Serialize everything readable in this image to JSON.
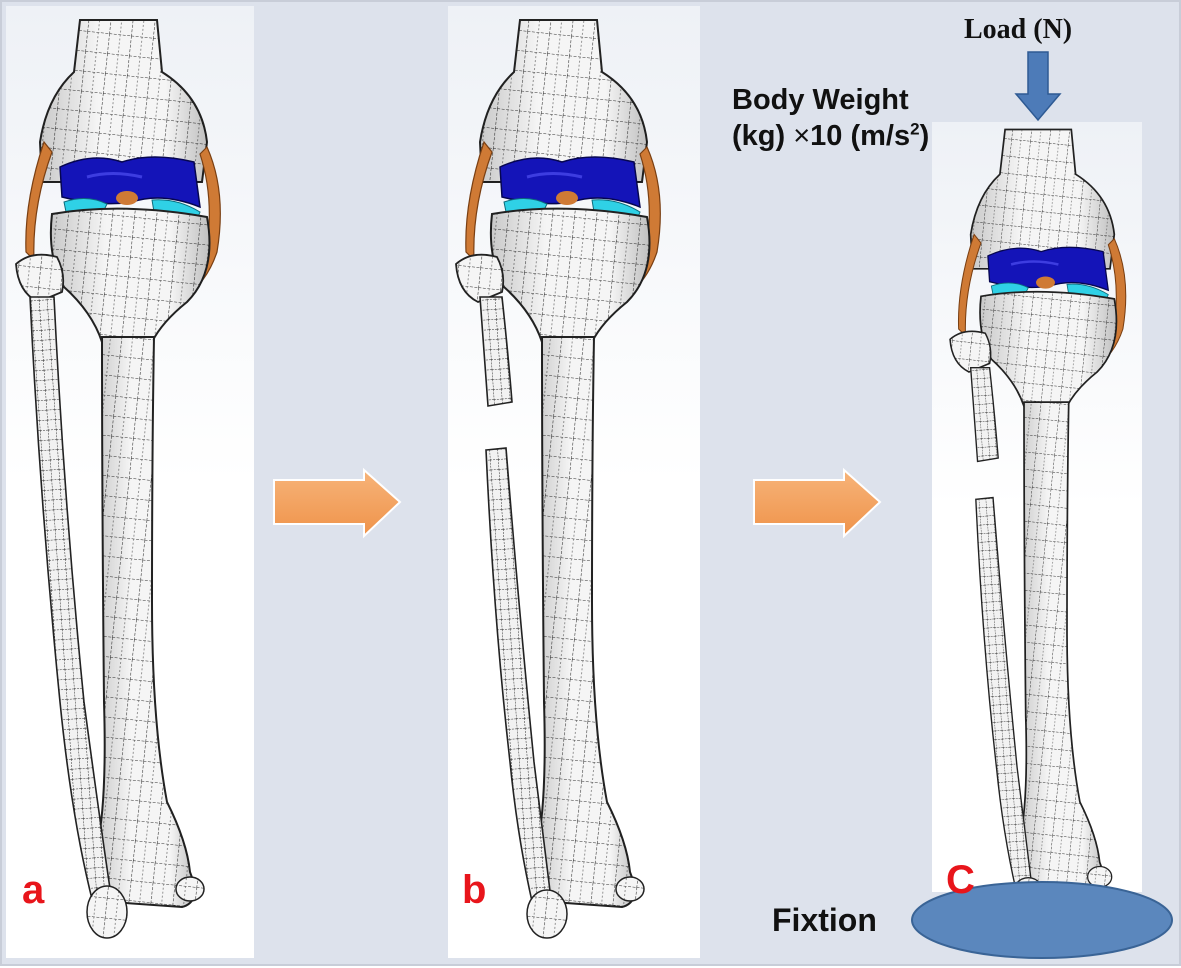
{
  "figure": {
    "panels": [
      {
        "label": "a",
        "state": "intact fibula"
      },
      {
        "label": "b",
        "state": "fibula osteotomy"
      },
      {
        "label": "C",
        "state": "fibula osteotomy with load and fixation"
      }
    ],
    "load_label": "Load (N)",
    "body_weight_line1": "Body Weight",
    "body_weight_line2_a": "(kg) ",
    "body_weight_times": "×",
    "body_weight_line2_b": "10 (m/s",
    "body_weight_sup": "2",
    "body_weight_close": ")",
    "fixation_label": "Fixtion"
  },
  "colors": {
    "background": "#dde2ec",
    "panel_bg": "#ffffff",
    "bone_fill": "#f4f4f4",
    "bone_mesh": "#2a2a2a",
    "cartilage_blue": "#1414b8",
    "meniscus_cyan": "#2fd1e6",
    "ligament_orange": "#cf7a35",
    "arrow_orange": "#f4a15d",
    "load_arrow": "#4d7bb8",
    "fixation_plate": "#5b87bd",
    "label_red": "#e8151b"
  }
}
